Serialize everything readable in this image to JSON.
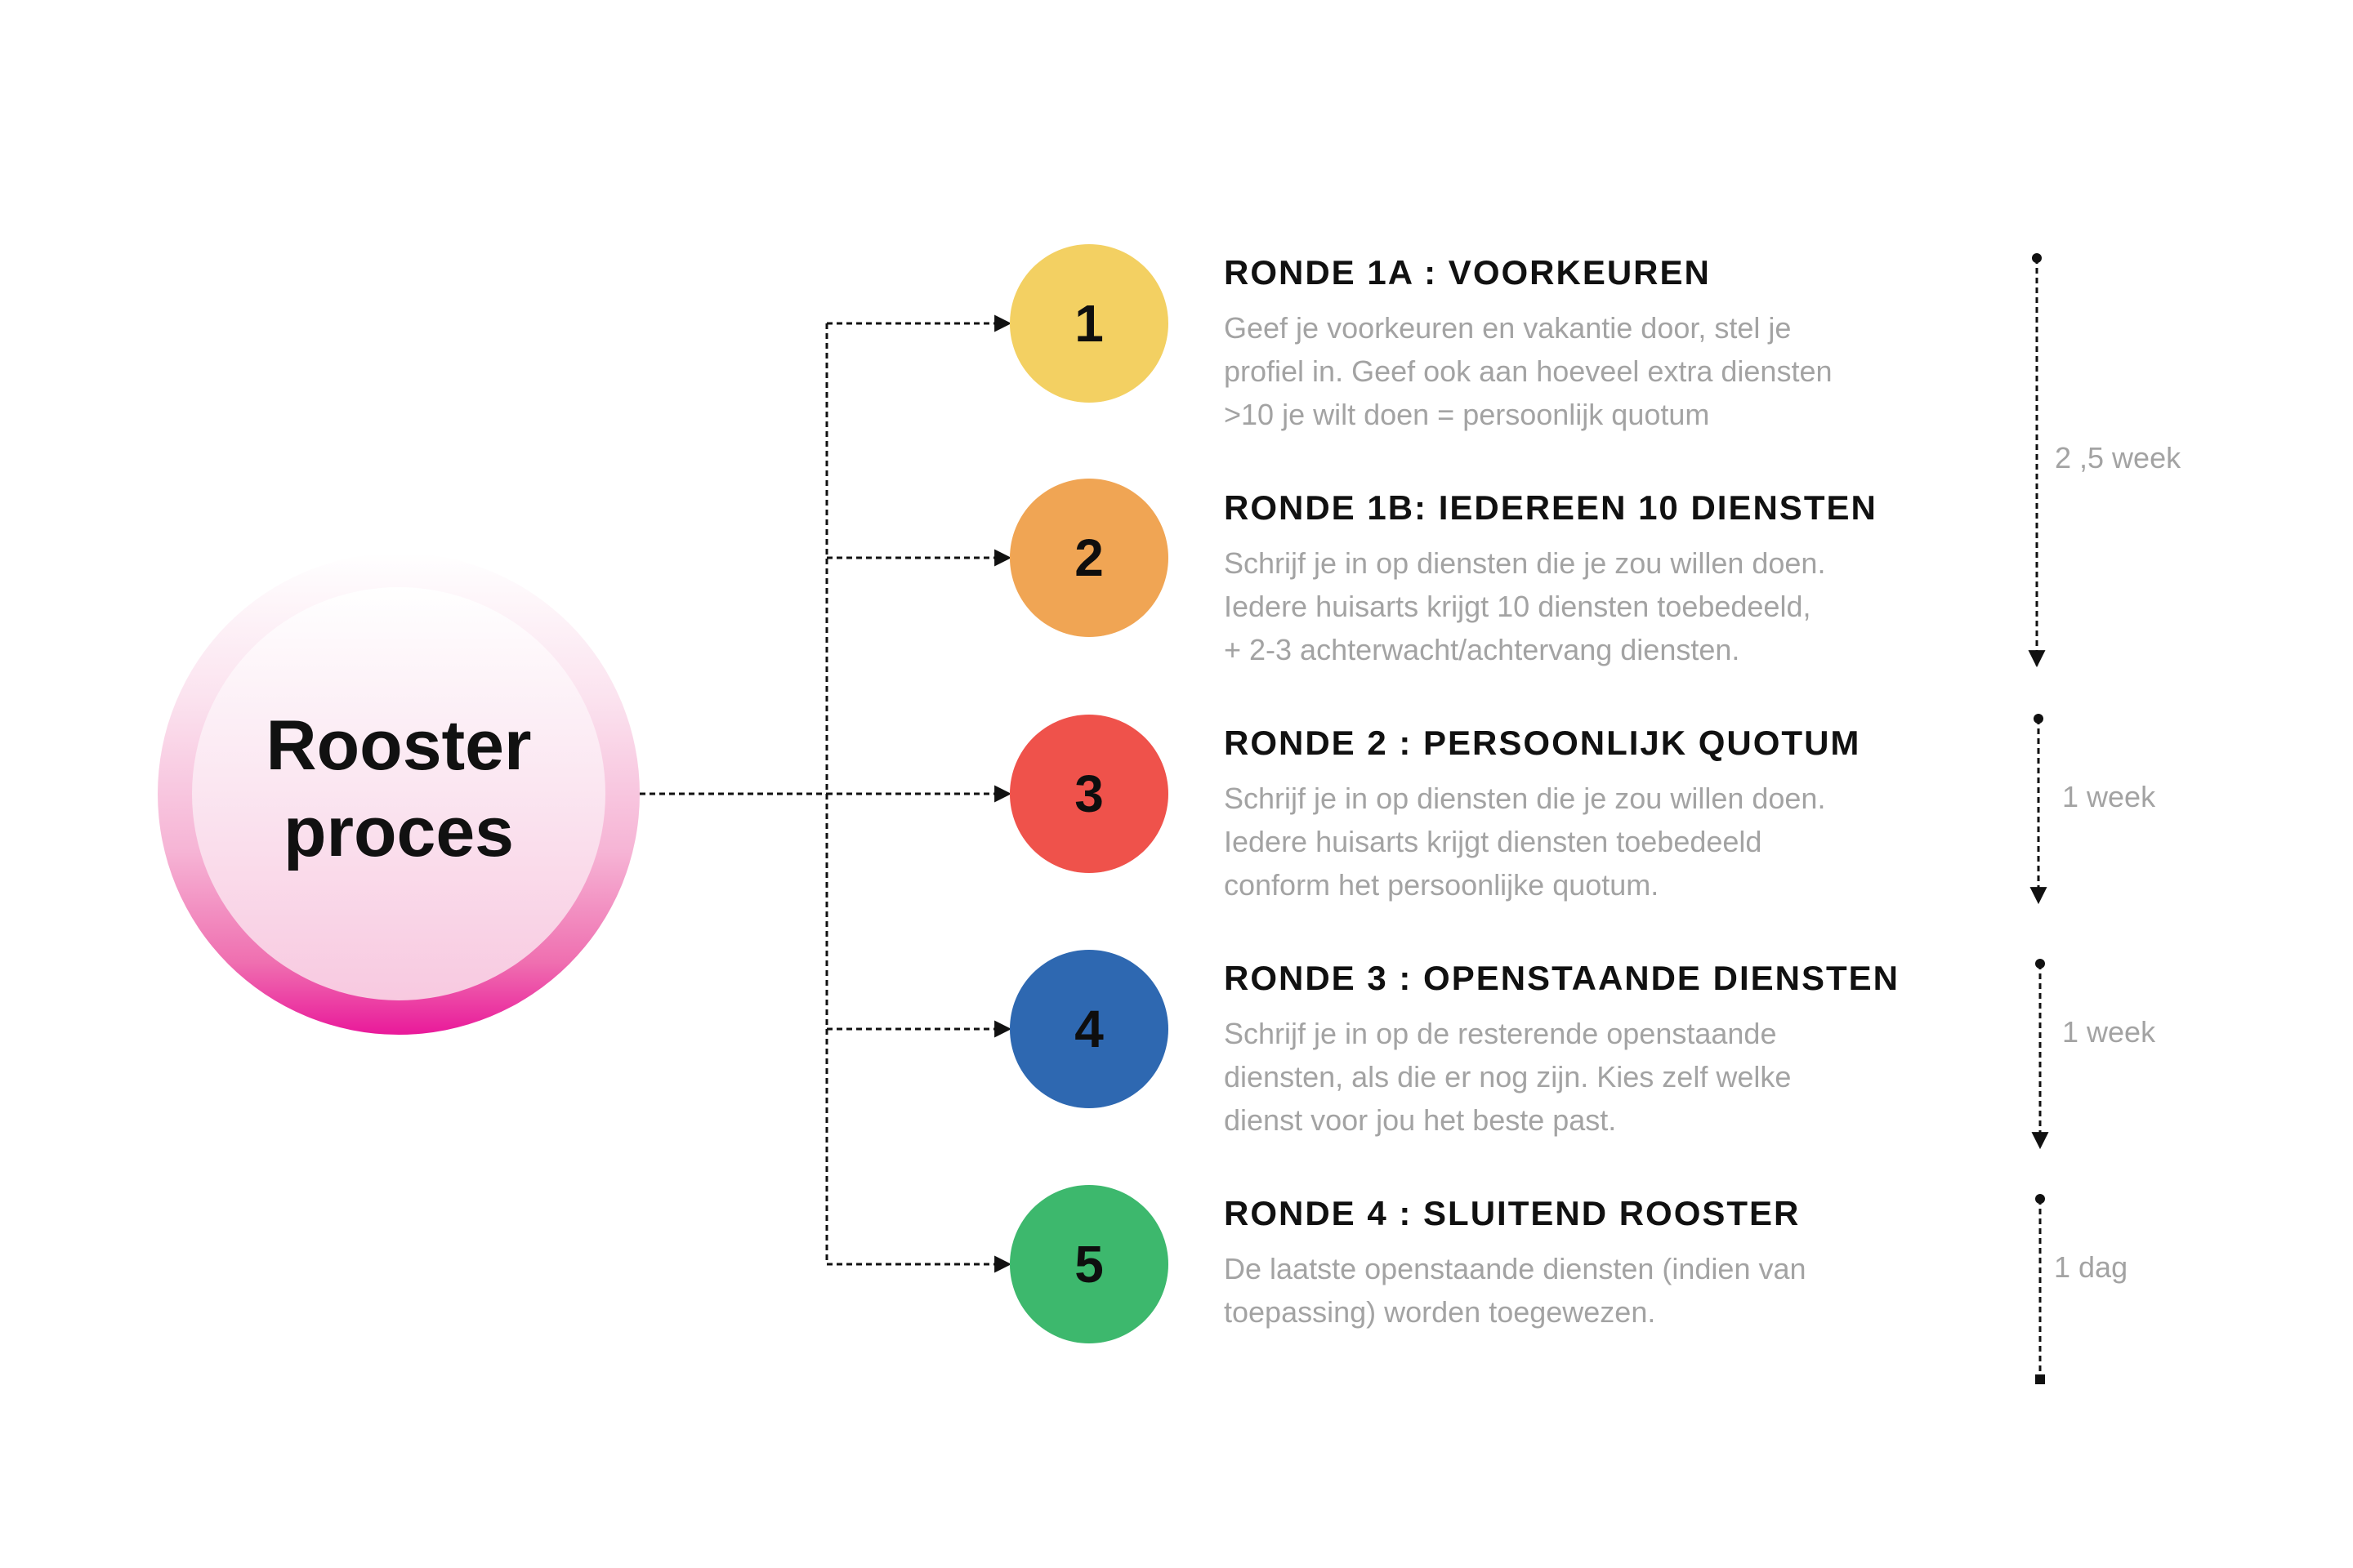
{
  "center": {
    "title_line1": "Rooster",
    "title_line2": "proces"
  },
  "steps": [
    {
      "number": "1",
      "color": "#f3d062",
      "title": "RONDE 1A : VOORKEUREN",
      "lines": [
        "Geef je voorkeuren en vakantie door, stel je",
        "profiel in. Geef ook aan hoeveel extra diensten",
        ">10 je wilt doen = persoonlijk quotum"
      ]
    },
    {
      "number": "2",
      "color": "#f0a554",
      "title": "RONDE 1B: IEDEREEN 10 DIENSTEN",
      "lines": [
        "Schrijf je in op diensten die je zou willen doen.",
        "Iedere huisarts krijgt 10 diensten toebedeeld,",
        "+ 2-3 achterwacht/achtervang diensten."
      ]
    },
    {
      "number": "3",
      "color": "#ef524b",
      "title": "RONDE 2 : PERSOONLIJK QUOTUM",
      "lines": [
        "Schrijf je in op diensten die je zou willen doen.",
        "Iedere huisarts krijgt diensten toebedeeld",
        "conform het persoonlijke quotum."
      ]
    },
    {
      "number": "4",
      "color": "#2e68b1",
      "title": "RONDE 3 : OPENSTAANDE DIENSTEN",
      "lines": [
        "Schrijf je in op de resterende openstaande",
        "diensten, als die er nog zijn. Kies zelf welke",
        "dienst voor jou het beste past."
      ]
    },
    {
      "number": "5",
      "color": "#3db86d",
      "title": "RONDE 4 : SLUITEND ROOSTER",
      "lines": [
        "De laatste openstaande diensten (indien van",
        "toepassing) worden toegewezen."
      ]
    }
  ],
  "durations": [
    {
      "label": "2 ,5 week"
    },
    {
      "label": "1 week"
    },
    {
      "label": "1 week"
    },
    {
      "label": "1 dag"
    }
  ]
}
